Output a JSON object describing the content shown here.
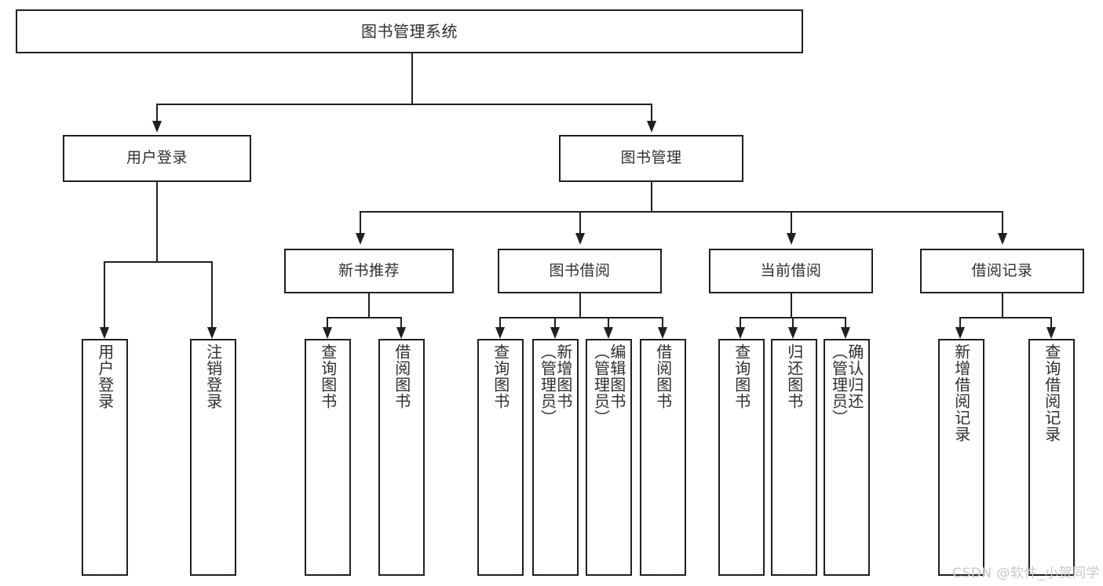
{
  "diagram": {
    "type": "tree-hierarchy",
    "title": "图书管理系统",
    "watermark": "CSDN @软件_小贺同学",
    "colors": {
      "stroke": "#231f20",
      "text": "#2f2f33",
      "background": "#ffffff",
      "watermark": "#c9c9cd"
    },
    "root": {
      "label": "图书管理系统"
    },
    "level2": [
      {
        "label": "用户登录"
      },
      {
        "label": "图书管理"
      }
    ],
    "level3": [
      {
        "label": "新书推荐"
      },
      {
        "label": "图书借阅"
      },
      {
        "label": "当前借阅"
      },
      {
        "label": "借阅记录"
      }
    ],
    "leaves": {
      "user_login": [
        {
          "label": "用户登录"
        },
        {
          "label": "注销登录"
        }
      ],
      "new_book": [
        {
          "label": "查询图书"
        },
        {
          "label": "借阅图书"
        }
      ],
      "book_borrow": [
        {
          "label": "查询图书"
        },
        {
          "label": "新增图书\n（管理员）"
        },
        {
          "label": "编辑图书\n（管理员）"
        },
        {
          "label": "借阅图书"
        }
      ],
      "current_borrow": [
        {
          "label": "查询图书"
        },
        {
          "label": "归还图书"
        },
        {
          "label": "确认归还\n（管理员）"
        }
      ],
      "borrow_record": [
        {
          "label": "新增借阅记录"
        },
        {
          "label": "查询借阅记录"
        }
      ]
    }
  }
}
